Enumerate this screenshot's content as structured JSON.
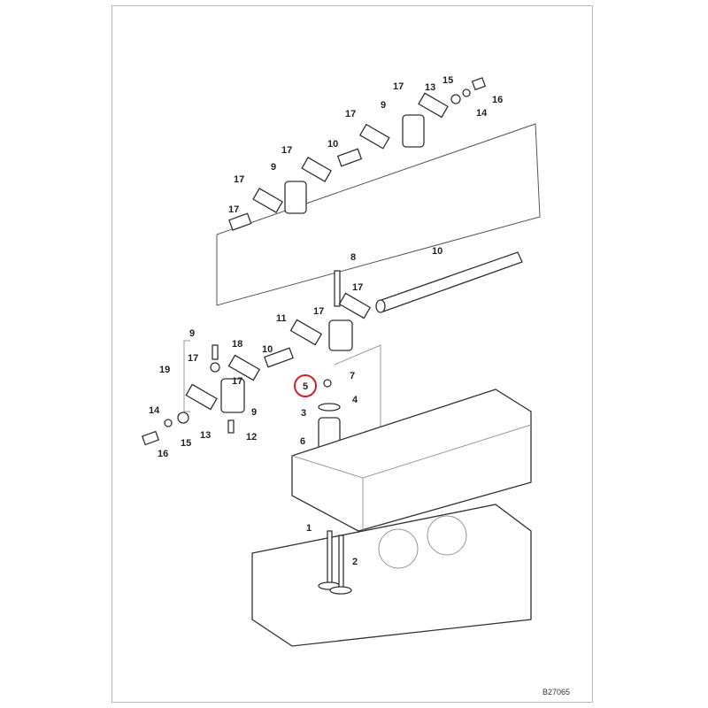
{
  "diagram": {
    "drawing_code": "B27065",
    "highlighted_callout": "5",
    "highlight_color": "#d0202a",
    "callouts": [
      "15",
      "13",
      "17",
      "16",
      "14",
      "17",
      "9",
      "17",
      "10",
      "17",
      "9",
      "17",
      "10",
      "8",
      "11",
      "17",
      "17",
      "9",
      "18",
      "17",
      "10",
      "19",
      "17",
      "5",
      "7",
      "4",
      "3",
      "14",
      "9",
      "13",
      "12",
      "6",
      "15",
      "16",
      "1",
      "2"
    ]
  }
}
